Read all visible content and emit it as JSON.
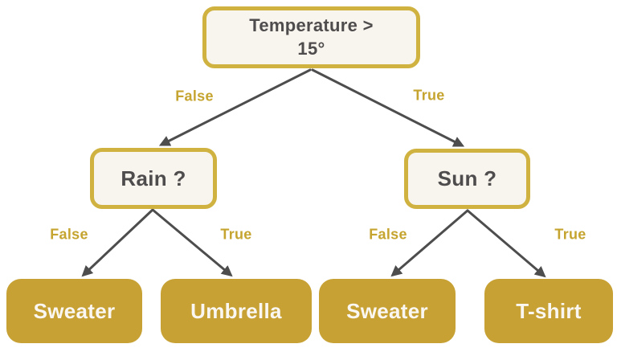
{
  "colors": {
    "gold_label": "#C5A42F",
    "node_fill": "#F8F4EE",
    "node_border": "#CFB240",
    "leaf_fill": "#C7A133",
    "leaf_text": "#FAF7F2",
    "text_dark": "#4F4C4D",
    "arrow": "#4D4D4D",
    "background": "#FFFFFF"
  },
  "tree": {
    "type": "decision-tree",
    "root": {
      "label": "Temperature >\n15°"
    },
    "decision_nodes": [
      {
        "id": "rain",
        "label": "Rain ?"
      },
      {
        "id": "sun",
        "label": "Sun ?"
      }
    ],
    "leaf_nodes": [
      {
        "id": "sweater-left",
        "label": "Sweater"
      },
      {
        "id": "umbrella",
        "label": "Umbrella"
      },
      {
        "id": "sweater-right",
        "label": "Sweater"
      },
      {
        "id": "tshirt",
        "label": "T-shirt"
      }
    ],
    "edge_labels": [
      {
        "from": "root",
        "to": "rain",
        "label": "False"
      },
      {
        "from": "root",
        "to": "sun",
        "label": "True"
      },
      {
        "from": "rain",
        "to": "sweater-left",
        "label": "False"
      },
      {
        "from": "rain",
        "to": "umbrella",
        "label": "True"
      },
      {
        "from": "sun",
        "to": "sweater-right",
        "label": "False"
      },
      {
        "from": "sun",
        "to": "tshirt",
        "label": "True"
      }
    ]
  }
}
